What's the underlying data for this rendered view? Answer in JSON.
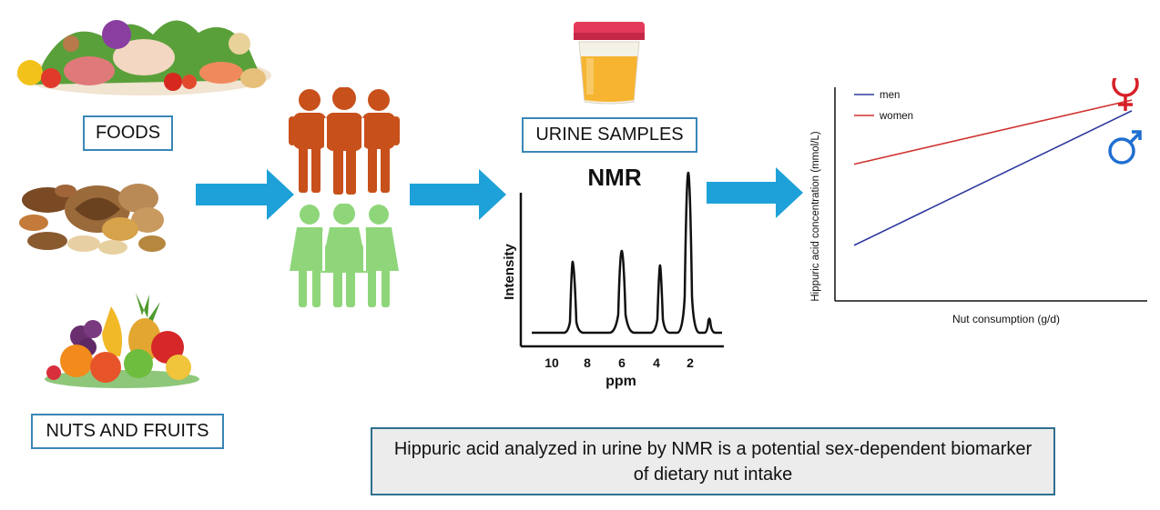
{
  "labels": {
    "foods": "FOODS",
    "nuts_fruits": "NUTS AND FRUITS",
    "urine": "URINE SAMPLES"
  },
  "nmr": {
    "title": "NMR",
    "ylabel": "Intensity",
    "xlabel": "ppm",
    "ticks": [
      "10",
      "8",
      "6",
      "4",
      "2"
    ]
  },
  "chart_data": {
    "type": "line",
    "xlabel": "Nut consumption (g/d)",
    "ylabel": "Hippuric acid concentration (mmol/L)",
    "legend_position": "top-left",
    "series": [
      {
        "name": "men",
        "color": "#2e3a9e",
        "x": [
          0,
          1
        ],
        "y": [
          0.26,
          0.89
        ]
      },
      {
        "name": "women",
        "color": "#d0312d",
        "x": [
          0,
          1
        ],
        "y": [
          0.64,
          0.94
        ]
      }
    ],
    "xlim": [
      0,
      1
    ],
    "ylim": [
      0,
      1
    ]
  },
  "conclusion": "Hippuric acid analyzed in urine by NMR is a potential sex-dependent biomarker of dietary nut intake",
  "colors": {
    "arrow": "#1ea1d8",
    "men_people": "#c8501b",
    "women_people": "#8fd67a",
    "female_symbol": "#d81f26",
    "male_symbol": "#1f6fd1"
  },
  "icons": [
    "vegetables-icon",
    "nuts-icon",
    "fruits-icon",
    "urine-cup-icon",
    "men-group-icon",
    "women-group-icon",
    "female-symbol-icon",
    "male-symbol-icon"
  ]
}
